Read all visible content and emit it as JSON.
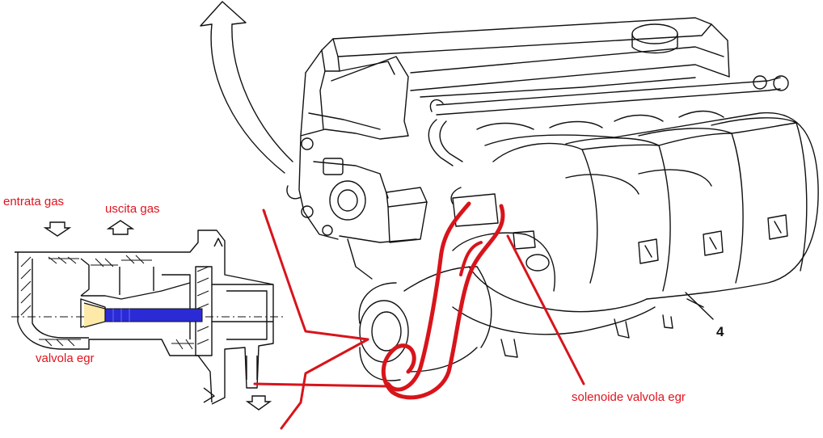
{
  "labels": {
    "gas_in": "entrata gas",
    "gas_out": "uscita gas",
    "egr_valve": "valvola egr",
    "solenoid": "solenoide valvola egr",
    "part_number": "4"
  },
  "colors": {
    "label_red": "#e0141e",
    "hose_red": "#d8141b",
    "egr_rod_blue": "#2b2bd6",
    "line_art": "#111111",
    "background": "#ffffff"
  }
}
